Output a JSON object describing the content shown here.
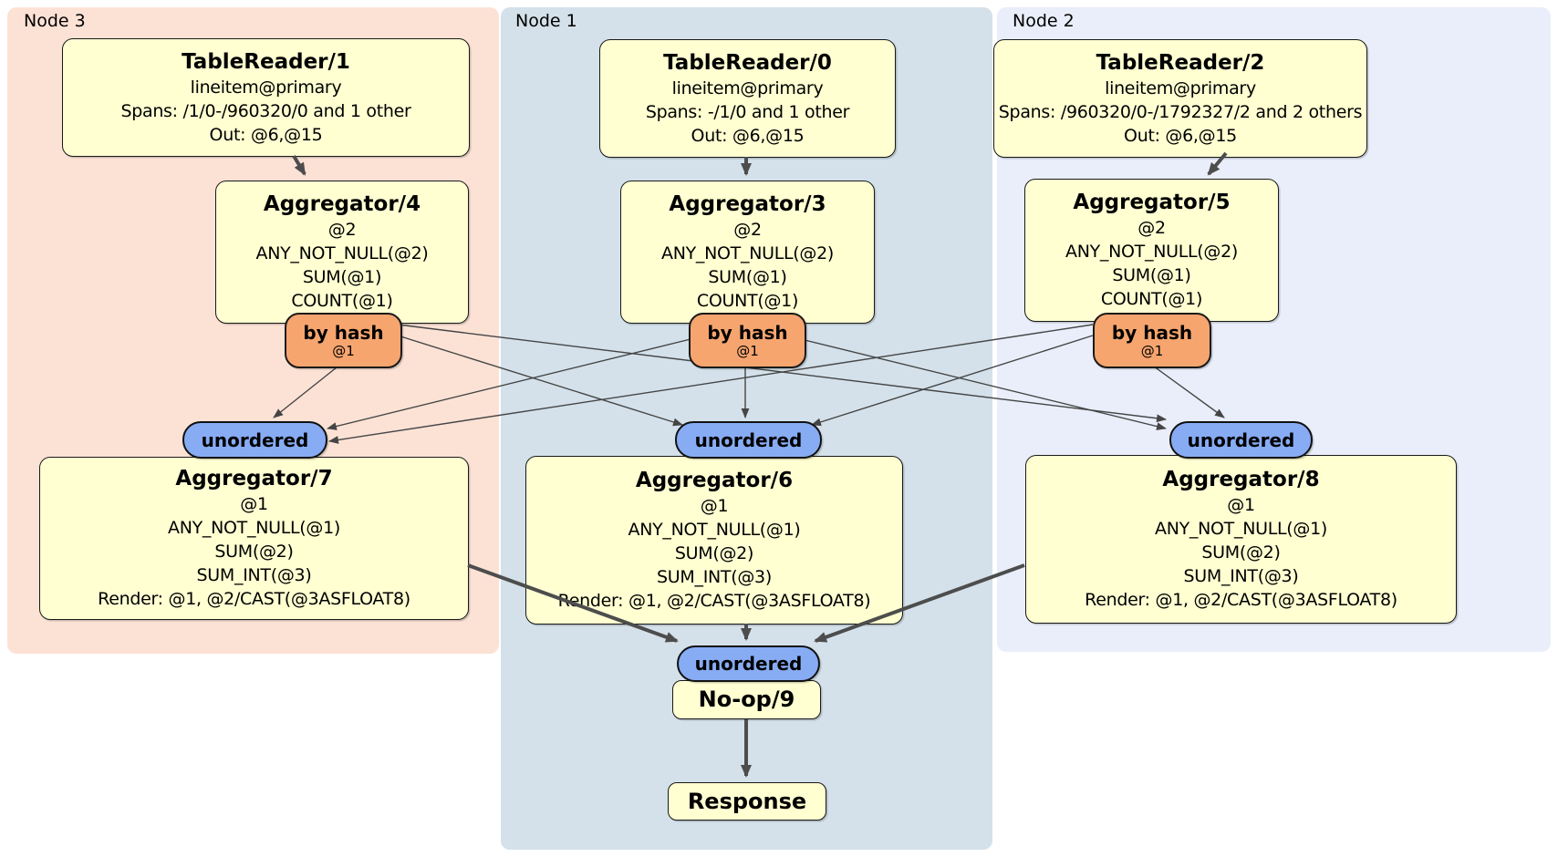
{
  "panels": {
    "node3": {
      "label": "Node 3"
    },
    "node1": {
      "label": "Node 1"
    },
    "node2": {
      "label": "Node 2"
    }
  },
  "boxes": {
    "tr1": {
      "title": "TableReader/1",
      "lines": [
        "lineitem@primary",
        "Spans: /1/0-/960320/0 and 1 other",
        "Out: @6,@15"
      ]
    },
    "tr0": {
      "title": "TableReader/0",
      "lines": [
        "lineitem@primary",
        "Spans: -/1/0 and 1 other",
        "Out: @6,@15"
      ]
    },
    "tr2": {
      "title": "TableReader/2",
      "lines": [
        "lineitem@primary",
        "Spans: /960320/0-/1792327/2 and 2 others",
        "Out: @6,@15"
      ]
    },
    "agg4": {
      "title": "Aggregator/4",
      "lines": [
        "@2",
        "ANY_NOT_NULL(@2)",
        "SUM(@1)",
        "COUNT(@1)"
      ]
    },
    "agg3": {
      "title": "Aggregator/3",
      "lines": [
        "@2",
        "ANY_NOT_NULL(@2)",
        "SUM(@1)",
        "COUNT(@1)"
      ]
    },
    "agg5": {
      "title": "Aggregator/5",
      "lines": [
        "@2",
        "ANY_NOT_NULL(@2)",
        "SUM(@1)",
        "COUNT(@1)"
      ]
    },
    "agg7": {
      "title": "Aggregator/7",
      "lines": [
        "@1",
        "ANY_NOT_NULL(@1)",
        "SUM(@2)",
        "SUM_INT(@3)",
        "Render: @1, @2/CAST(@3ASFLOAT8)"
      ]
    },
    "agg6": {
      "title": "Aggregator/6",
      "lines": [
        "@1",
        "ANY_NOT_NULL(@1)",
        "SUM(@2)",
        "SUM_INT(@3)",
        "Render: @1, @2/CAST(@3ASFLOAT8)"
      ]
    },
    "agg8": {
      "title": "Aggregator/8",
      "lines": [
        "@1",
        "ANY_NOT_NULL(@1)",
        "SUM(@2)",
        "SUM_INT(@3)",
        "Render: @1, @2/CAST(@3ASFLOAT8)"
      ]
    },
    "noop": {
      "title": "No-op/9"
    },
    "response": {
      "title": "Response"
    }
  },
  "routers": {
    "r4": {
      "label": "by hash",
      "sub": "@1"
    },
    "r3": {
      "label": "by hash",
      "sub": "@1"
    },
    "r5": {
      "label": "by hash",
      "sub": "@1"
    }
  },
  "syncs": {
    "s7": {
      "label": "unordered"
    },
    "s6": {
      "label": "unordered"
    },
    "s8": {
      "label": "unordered"
    },
    "s9": {
      "label": "unordered"
    }
  },
  "colors": {
    "node3_bg": "#fce2d5",
    "node1_bg": "#d4e1ea",
    "node2_bg": "#e9eefa",
    "box_fill": "#ffffd2",
    "router_fill": "#f6a56f",
    "sync_fill": "#87acf4",
    "edge": "#454545"
  }
}
